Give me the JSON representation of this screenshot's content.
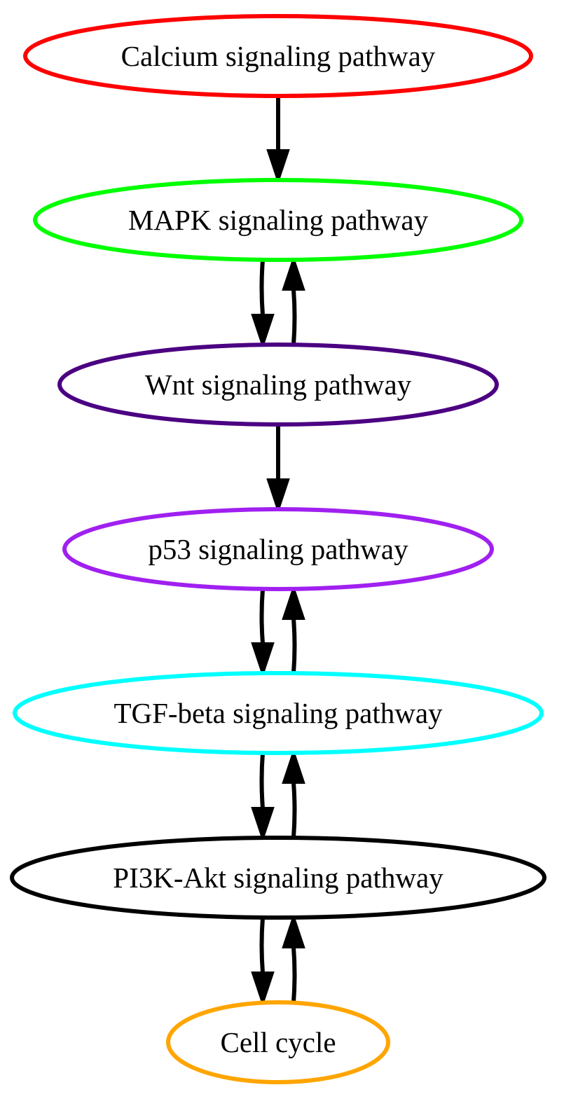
{
  "diagram": {
    "type": "directed-graph",
    "nodes": [
      {
        "id": "calcium",
        "label": "Calcium signaling pathway",
        "color": "#ff0000"
      },
      {
        "id": "mapk",
        "label": "MAPK signaling pathway",
        "color": "#00ff00"
      },
      {
        "id": "wnt",
        "label": "Wnt signaling pathway",
        "color": "#4b0082"
      },
      {
        "id": "p53",
        "label": "p53 signaling pathway",
        "color": "#a020f0"
      },
      {
        "id": "tgfbeta",
        "label": "TGF-beta signaling pathway",
        "color": "#00ffff"
      },
      {
        "id": "pi3kakt",
        "label": "PI3K-Akt signaling pathway",
        "color": "#000000"
      },
      {
        "id": "cellcycle",
        "label": "Cell cycle",
        "color": "#ffa500"
      }
    ],
    "edges": [
      {
        "from": "calcium",
        "to": "mapk"
      },
      {
        "from": "mapk",
        "to": "wnt"
      },
      {
        "from": "wnt",
        "to": "mapk"
      },
      {
        "from": "wnt",
        "to": "p53"
      },
      {
        "from": "p53",
        "to": "tgfbeta"
      },
      {
        "from": "tgfbeta",
        "to": "p53"
      },
      {
        "from": "tgfbeta",
        "to": "pi3kakt"
      },
      {
        "from": "pi3kakt",
        "to": "tgfbeta"
      },
      {
        "from": "pi3kakt",
        "to": "cellcycle"
      },
      {
        "from": "cellcycle",
        "to": "pi3kakt"
      }
    ],
    "edge_color": "#000000"
  }
}
